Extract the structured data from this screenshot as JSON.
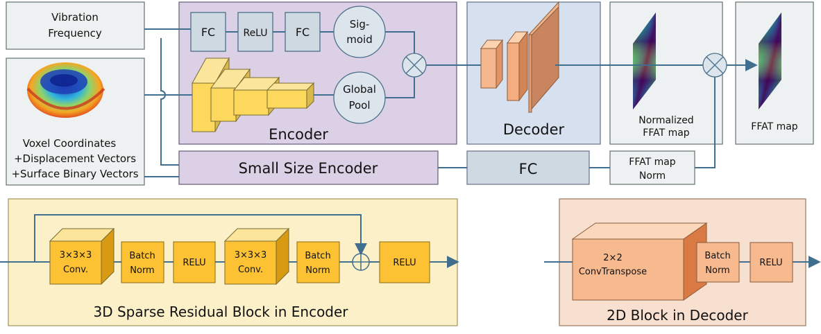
{
  "inputs": {
    "vibration": [
      "Vibration",
      "Frequency"
    ],
    "voxel": [
      "Voxel Coordinates",
      "+Displacement Vectors",
      "+Surface Binary Vectors"
    ]
  },
  "encoder": {
    "title": "Encoder",
    "fc1": "FC",
    "relu": "ReLU",
    "fc2": "FC",
    "sigmoid": [
      "Sig-",
      "moid"
    ],
    "global_pool": [
      "Global",
      "Pool"
    ]
  },
  "decoder": {
    "title": "Decoder"
  },
  "small_encoder": {
    "label": "Small Size Encoder"
  },
  "fc_bottom": {
    "label": "FC"
  },
  "ffat_norm": [
    "FFAT map",
    "Norm"
  ],
  "normalized_map": [
    "Normalized",
    "FFAT map"
  ],
  "ffat_map": "FFAT map",
  "residual_block": {
    "title": "3D Sparse Residual Block in Encoder",
    "conv1": [
      "3×3×3",
      "Conv."
    ],
    "bn1": [
      "Batch",
      "Norm"
    ],
    "relu1": "RELU",
    "conv2": [
      "3×3×3",
      "Conv."
    ],
    "bn2": [
      "Batch",
      "Norm"
    ],
    "relu2": "RELU"
  },
  "decoder_block": {
    "title": "2D Block in Decoder",
    "convt": [
      "2×2",
      "ConvTranspose"
    ],
    "bn": [
      "Batch",
      "Norm"
    ],
    "relu": "RELU"
  }
}
